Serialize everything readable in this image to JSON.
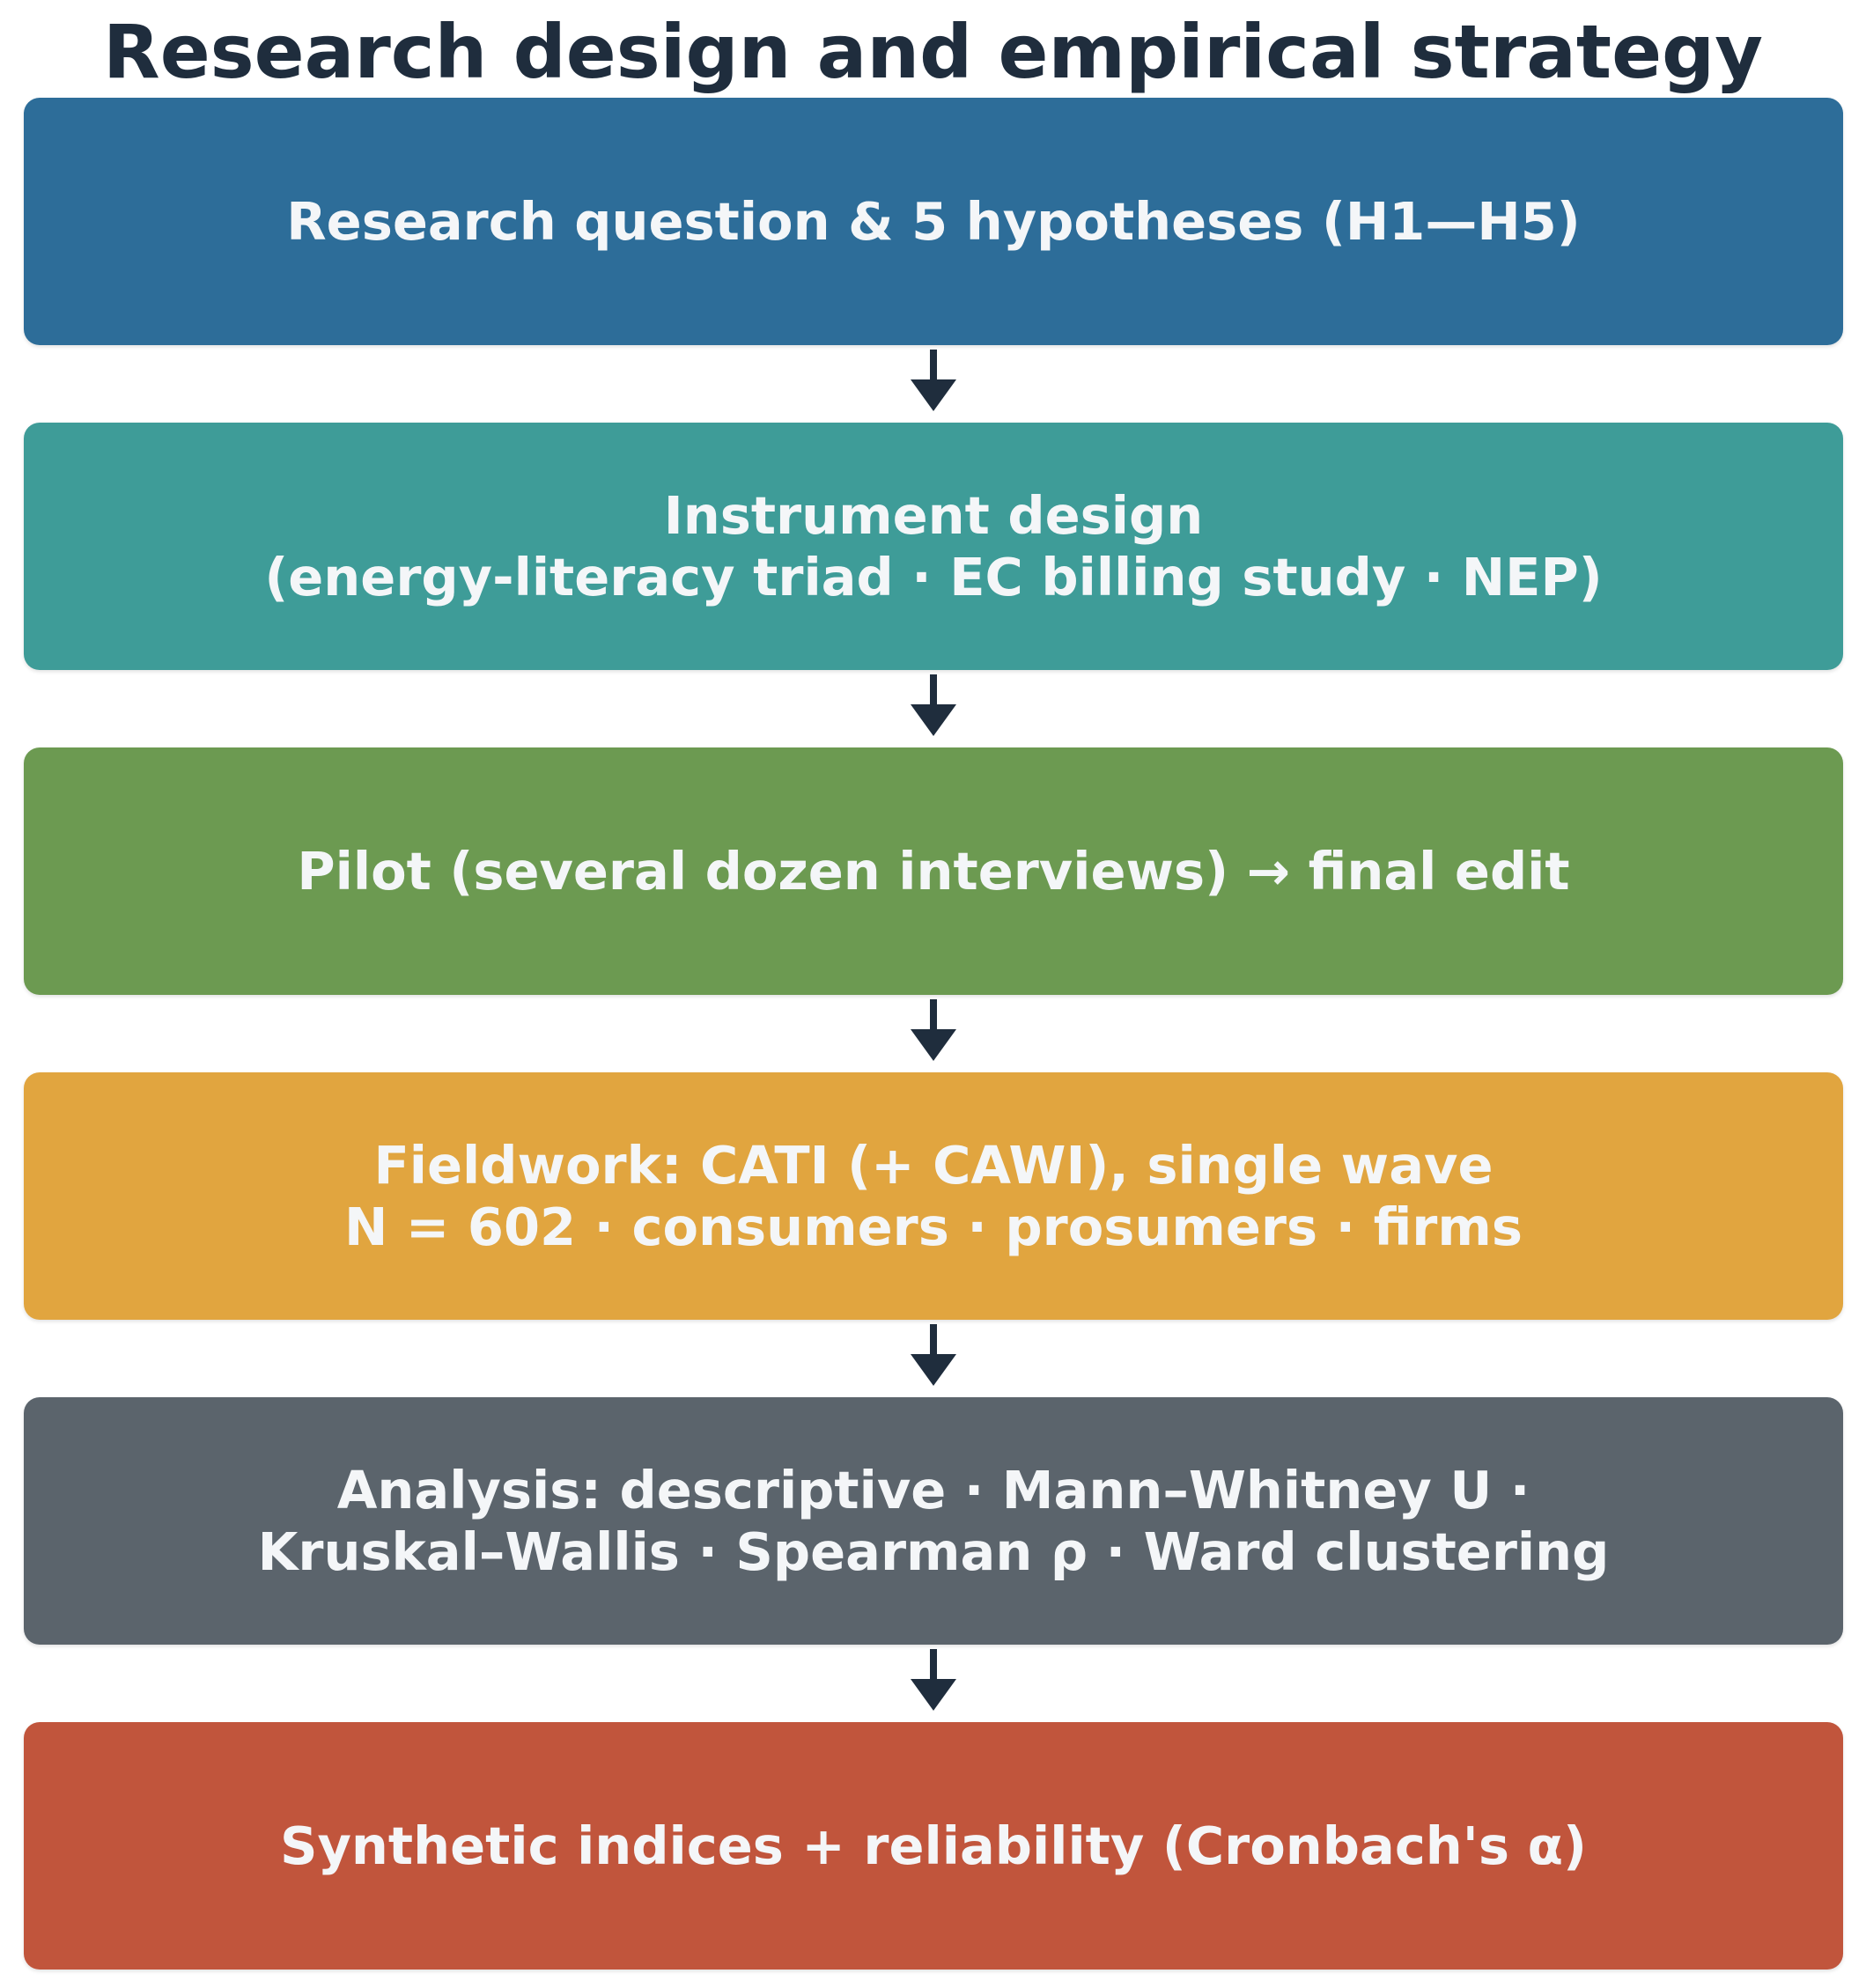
{
  "title": "Research design and empirical strategy",
  "steps": [
    {
      "lines": [
        "Research question & 5 hypotheses (H1—H5)"
      ],
      "color": "#2d6d99"
    },
    {
      "lines": [
        "Instrument design",
        "(energy-literacy triad · EC billing study · NEP)"
      ],
      "color": "#3e9c98"
    },
    {
      "lines": [
        "Pilot (several dozen interviews) → final edit"
      ],
      "color": "#6c9a51"
    },
    {
      "lines": [
        "Fieldwork: CATI (+ CAWI), single wave",
        "N = 602 · consumers · prosumers · firms"
      ],
      "color": "#e1a53f"
    },
    {
      "lines": [
        "Analysis: descriptive · Mann–Whitney U ·",
        "Kruskal–Wallis · Spearman ρ · Ward clustering"
      ],
      "color": "#5b646c"
    },
    {
      "lines": [
        "Synthetic indices + reliability (Cronbach's α)"
      ],
      "color": "#c1553c"
    }
  ],
  "arrow_color": "#1f2d3d"
}
